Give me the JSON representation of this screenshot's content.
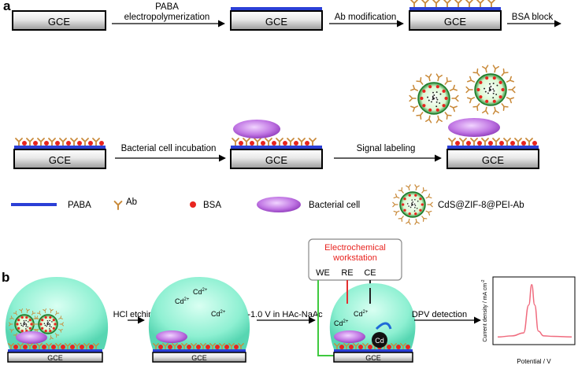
{
  "panel_a": {
    "label": "a",
    "electrode": "GCE",
    "steps": [
      "PABA electropolymerization",
      "Ab modification",
      "BSA block",
      "Bacterial cell incubation",
      "Signal labeling"
    ],
    "step_lines": {
      "paba_line1": "PABA",
      "paba_line2": "electropolymerization"
    },
    "legend": {
      "paba": "PABA",
      "ab": "Ab",
      "bsa": "BSA",
      "bacterial_cell": "Bacterial cell",
      "probe": "CdS@ZIF-8@PEI-Ab"
    }
  },
  "panel_b": {
    "label": "b",
    "electrode": "GCE",
    "steps": [
      "HCl etching",
      "-1.0 V in HAc-NaAc",
      "DPV detection"
    ],
    "ions": {
      "cd2plus": "Cd",
      "cd_superscript": "2+",
      "cd_metal": "Cd"
    },
    "workstation": {
      "title_line1": "Electrochemical",
      "title_line2": "workstation",
      "we": "WE",
      "re": "RE",
      "ce": "CE"
    },
    "plot": {
      "ylabel": "Current density / mA cm",
      "ylabel_superscript": "-2",
      "xlabel": "Potential / V"
    }
  },
  "colors": {
    "paba": "#2b3fd6",
    "ab": "#c98a3a",
    "bsa": "#e8251f",
    "cell": "#b65fd8",
    "drop": "#7fe3c8",
    "ws_title": "#e8231f",
    "we_wire": "#3ec93e",
    "re_wire": "#e33030",
    "dpv_curve": "#f06b7e"
  },
  "chart_data": {
    "type": "line",
    "title": "",
    "xlabel": "Potential / V",
    "ylabel": "Current density / mA cm-2",
    "series": [
      {
        "x": [
          0,
          0.2,
          0.35,
          0.42,
          0.46,
          0.5,
          0.55,
          0.62,
          0.75,
          1.0
        ],
        "y": [
          0.05,
          0.07,
          0.12,
          0.6,
          0.95,
          0.6,
          0.15,
          0.07,
          0.06,
          0.05
        ]
      }
    ],
    "grid": false
  }
}
